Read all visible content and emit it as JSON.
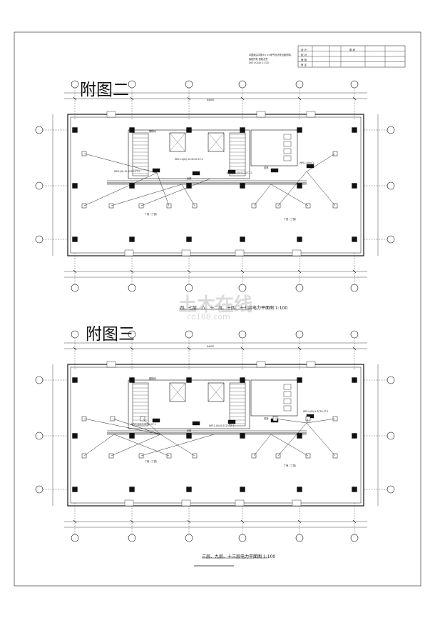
{
  "sheet": {
    "titleblock_labels": [
      "设 计",
      "校 对",
      "审 核",
      "审 定"
    ],
    "titleblock_header": "图 纸",
    "notes": [
      "本图纸由中国××××电气设计院出图说明。",
      "版权所有 侵权必究",
      "DM: SCALE 1:100"
    ]
  },
  "plan2": {
    "title": "附图二",
    "caption": "四、七层、八、十二层、十四、十七层电力平面图 1:100",
    "feeder_labels": [
      "WP4-(N)-10-SC20-CT-1",
      "WPL1-X(N)-10-SC20-CT-1",
      "WLX-(N)-10-SC20-CT-1",
      "WPL1-X(N)-1"
    ],
    "room_labels": [
      "厂房（丁类）",
      "厂房（丁类）",
      "走廊",
      "前室",
      "楼梯间"
    ],
    "dimension_total": "64000"
  },
  "plan3": {
    "title": "附图三",
    "caption": "三层、九层、十三层电力平面图 1:100",
    "feeder_labels": [
      "WPL1-(N)-9-SC20-CT-1",
      "WPL1-(N)-9-SC20-CT-1",
      "WPL4-(N)-9-SC20-CT-1"
    ],
    "room_labels": [
      "厂房（丁类）",
      "厂房（丁类）",
      "走廊",
      "前室",
      "楼梯间"
    ],
    "dimension_total": "64000"
  },
  "watermark": {
    "cn": "土木在线",
    "en": "co188.com"
  }
}
